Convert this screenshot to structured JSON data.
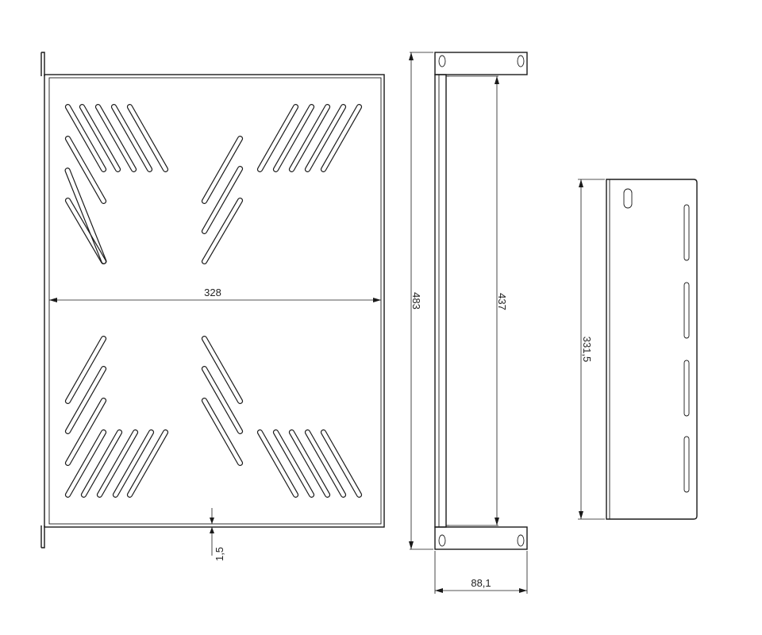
{
  "dimensions": {
    "width_inner": "328",
    "sheet_thickness": "1,5",
    "overall_width": "483",
    "inner_width": "437",
    "bracket_depth": "88,1",
    "side_depth": "331,5"
  }
}
